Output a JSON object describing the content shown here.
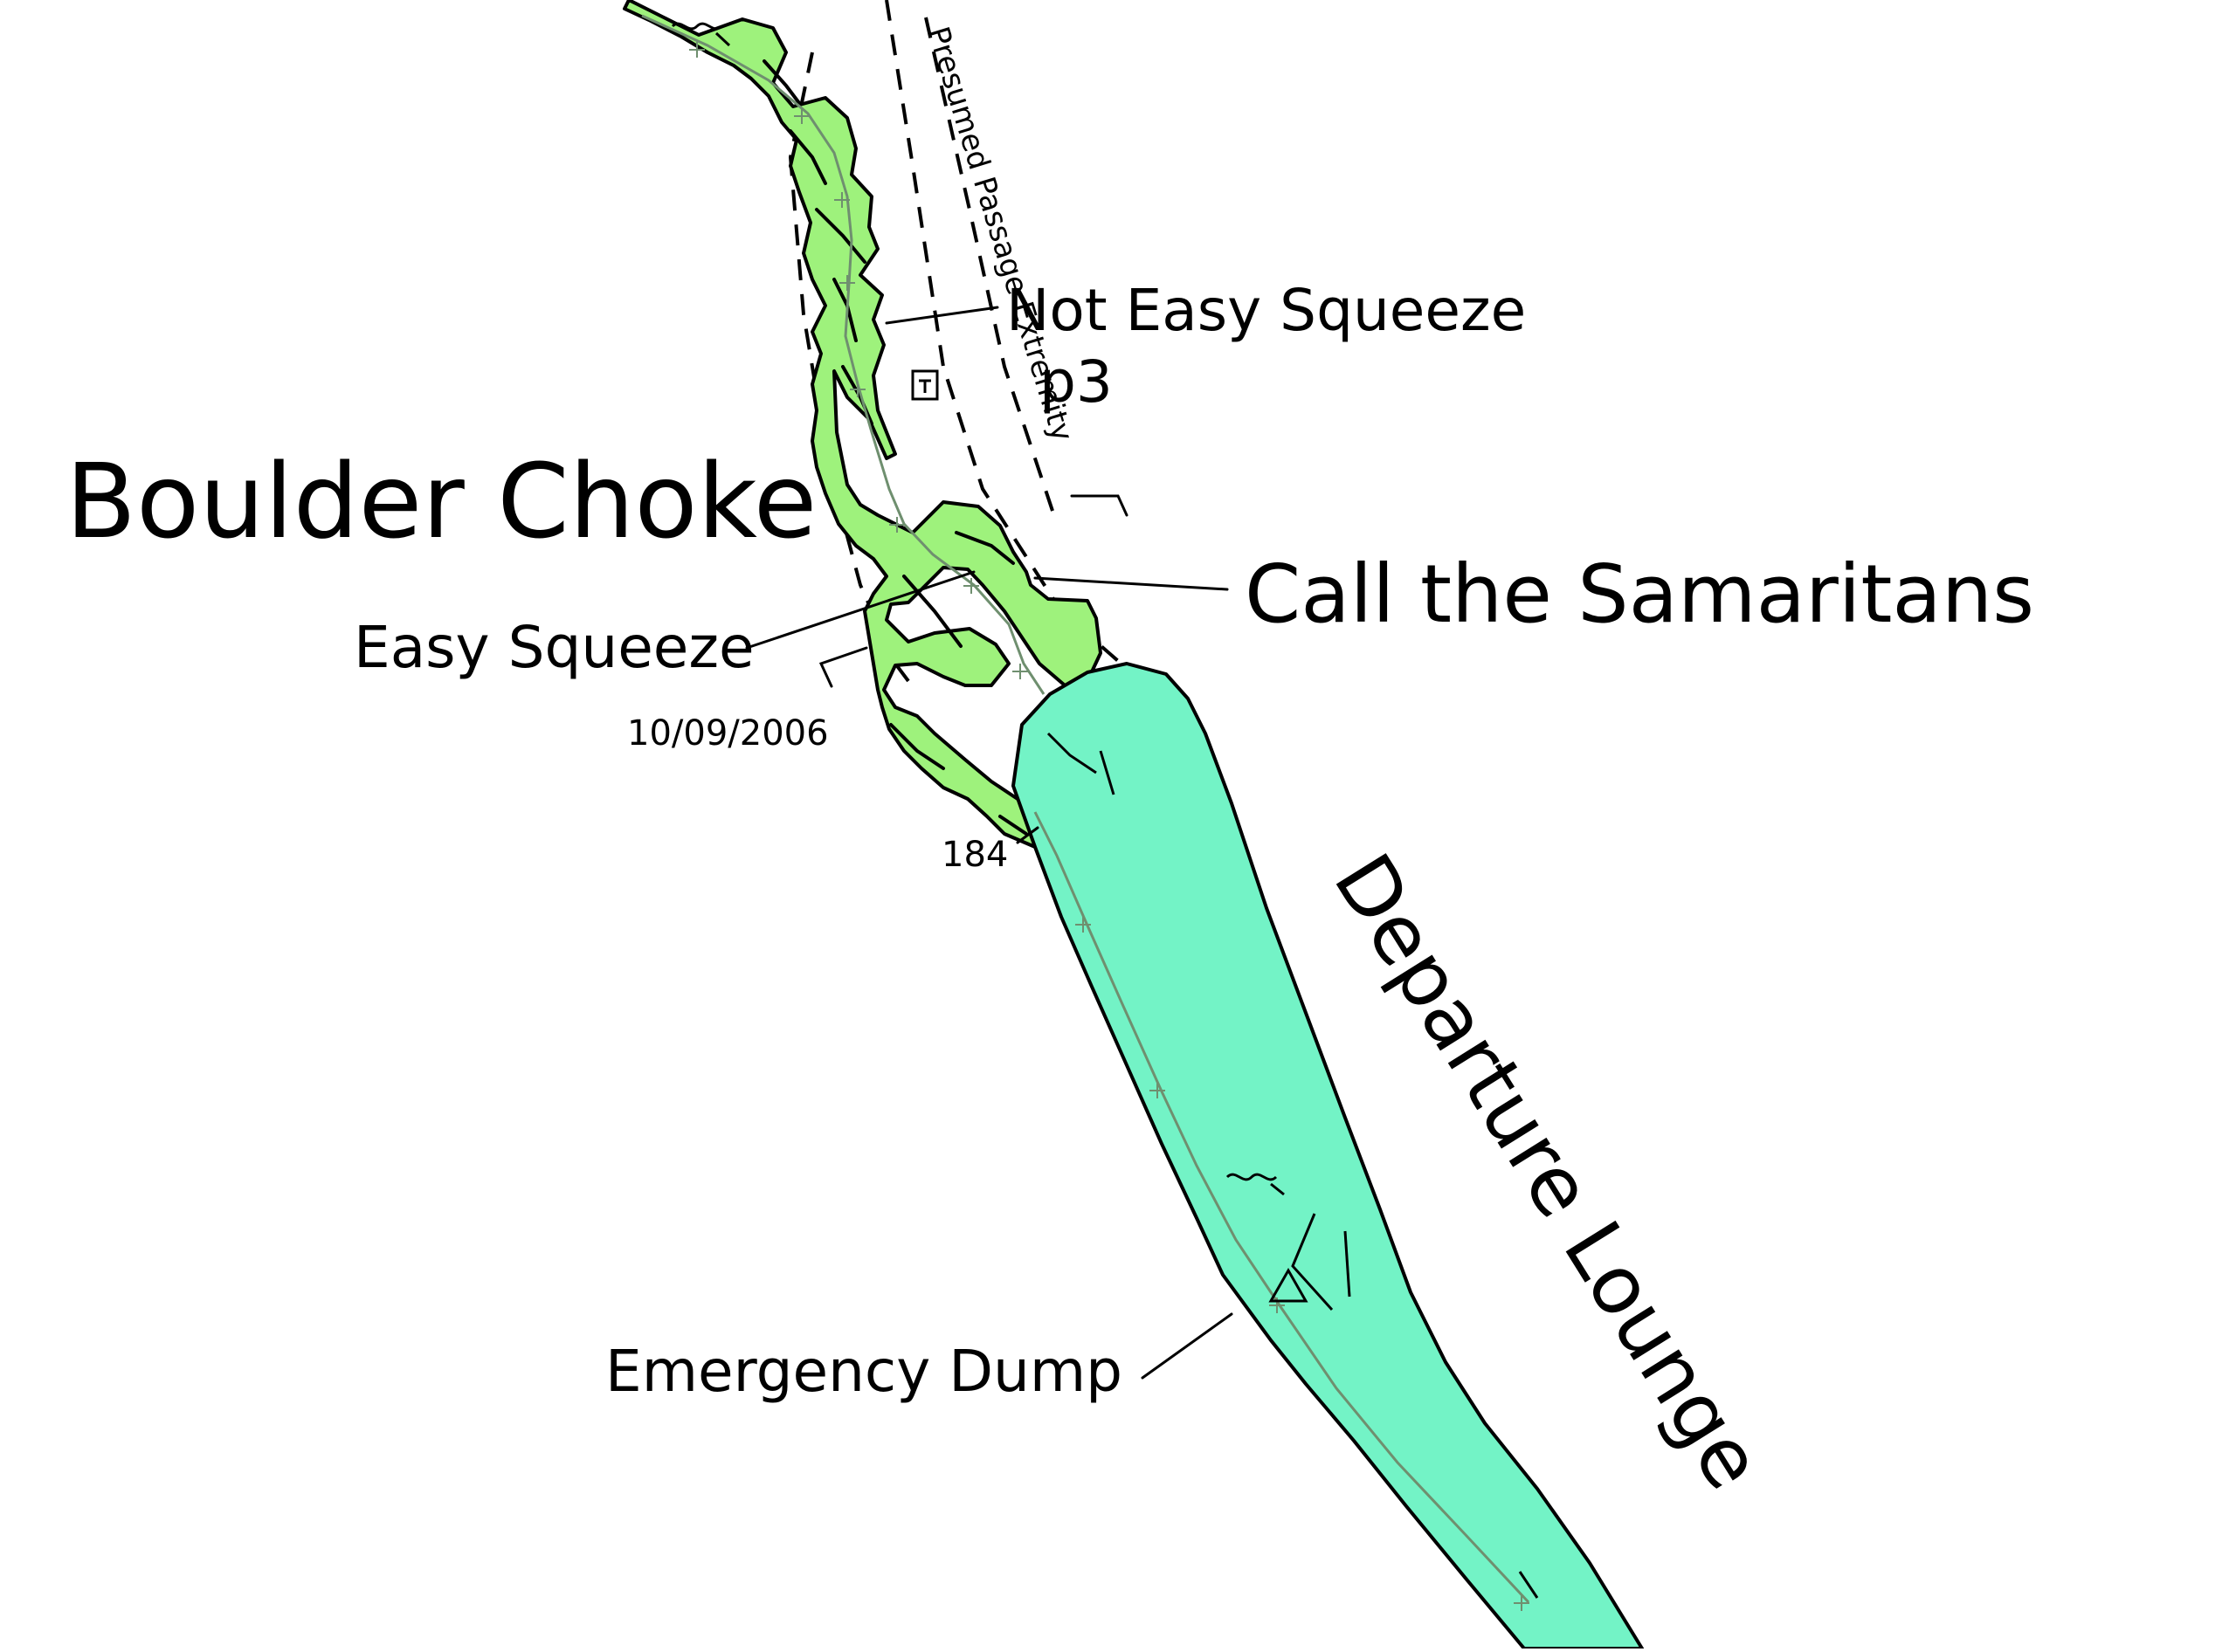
{
  "map": {
    "labels": {
      "boulder_choke": "Boulder Choke",
      "call_the_samaritans": "Call the Samaritans",
      "not_easy_squeeze": "Not Easy Squeeze",
      "p3": "p3",
      "easy_squeeze": "Easy Squeeze",
      "date": "10/09/2006",
      "station_184": "184",
      "emergency_dump": "Emergency Dump",
      "departure_lounge": "Departure Lounge",
      "presumed_passage_extremity": "Presumed Passage Extremity"
    },
    "colors": {
      "upper_passage_fill": "#9ef27c",
      "departure_lounge_fill": "#73f3c6",
      "outline": "#000000",
      "station_marks": "#6f8f6f"
    },
    "symbols": [
      "water-flow-icon",
      "pitch-icon",
      "dump-triangle-icon",
      "survey-station-icon"
    ]
  }
}
